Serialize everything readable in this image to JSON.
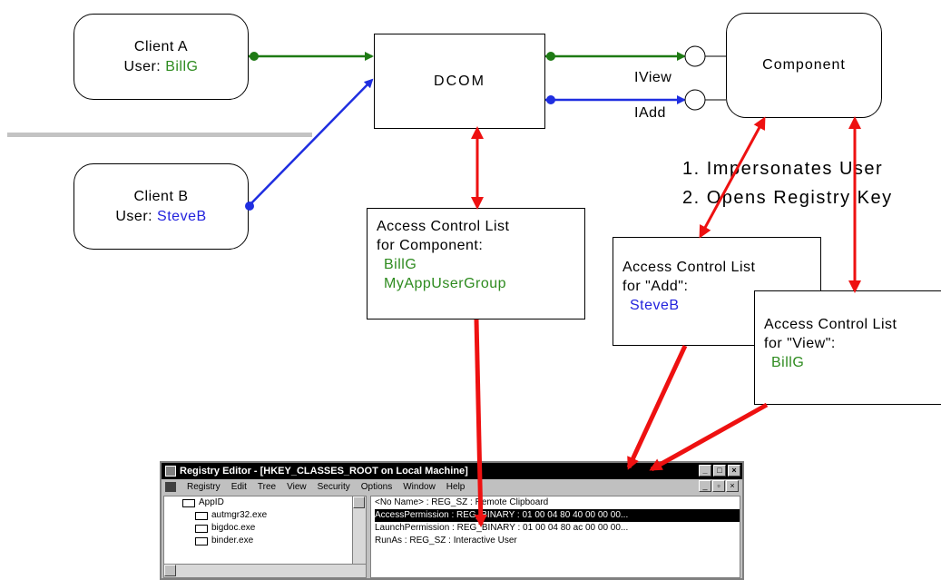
{
  "colors": {
    "green_arrow": "#1e7a14",
    "blue_arrow": "#1f2ee0",
    "red_arrow": "#ee1111",
    "green_text": "#2e8b1f",
    "blue_text": "#2222dd"
  },
  "client_a": {
    "line1": "Client A",
    "user_label": "User:",
    "user": "BillG"
  },
  "client_b": {
    "line1": "Client B",
    "user_label": "User:",
    "user": "SteveB"
  },
  "dcom": {
    "label": "DCOM"
  },
  "component": {
    "label": "Component"
  },
  "interfaces": {
    "iview": "IView",
    "iadd": "IAdd"
  },
  "steps": {
    "step1": "1. Impersonates User",
    "step2": "2. Opens Registry Key"
  },
  "acl_component": {
    "line1": "Access Control List",
    "line2": "for Component:",
    "entries": [
      "BillG",
      "MyAppUserGroup"
    ]
  },
  "acl_add": {
    "line1": "Access Control List",
    "line2": "for \"Add\":",
    "entries": [
      "SteveB"
    ]
  },
  "acl_view": {
    "line1": "Access Control List",
    "line2": "for \"View\":",
    "entries": [
      "BillG"
    ]
  },
  "registry_editor": {
    "title": "Registry Editor - [HKEY_CLASSES_ROOT on Local Machine]",
    "menu": [
      "Registry",
      "Edit",
      "Tree",
      "View",
      "Security",
      "Options",
      "Window",
      "Help"
    ],
    "tree": {
      "root": "AppID",
      "children": [
        "autmgr32.exe",
        "bigdoc.exe",
        "binder.exe"
      ]
    },
    "values": [
      "<No Name> : REG_SZ : Remote Clipboard",
      "AccessPermission : REG_BINARY : 01 00 04 80 40 00 00 00...",
      "LaunchPermission : REG_BINARY : 01 00 04 80 ac 00 00 00...",
      "RunAs : REG_SZ : Interactive User"
    ],
    "selected_index": 1
  }
}
